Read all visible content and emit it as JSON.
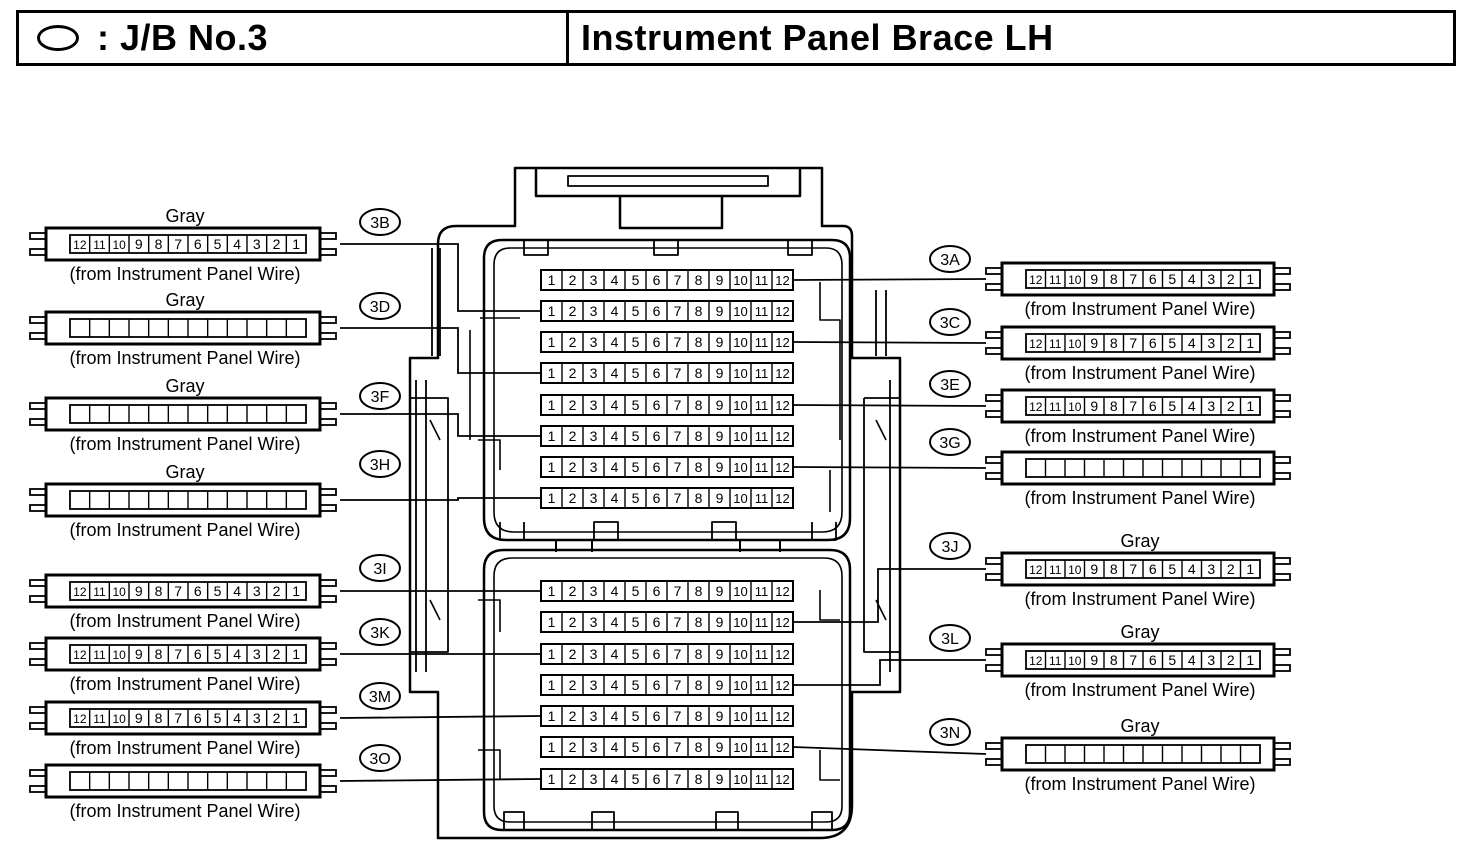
{
  "header": {
    "title_left": ": J/B No.3",
    "title_right": "Instrument Panel Brace LH"
  },
  "connectors": [
    {
      "id": "3B",
      "side": "left",
      "color_label": "Gray",
      "numbered": true,
      "caption": "(from Instrument Panel Wire)"
    },
    {
      "id": "3D",
      "side": "left",
      "color_label": "Gray",
      "numbered": false,
      "caption": "(from Instrument Panel Wire)"
    },
    {
      "id": "3F",
      "side": "left",
      "color_label": "Gray",
      "numbered": false,
      "caption": "(from Instrument Panel Wire)"
    },
    {
      "id": "3H",
      "side": "left",
      "color_label": "Gray",
      "numbered": false,
      "caption": "(from Instrument Panel Wire)"
    },
    {
      "id": "3I",
      "side": "left",
      "color_label": "",
      "numbered": true,
      "caption": "(from Instrument Panel Wire)"
    },
    {
      "id": "3K",
      "side": "left",
      "color_label": "",
      "numbered": true,
      "caption": "(from Instrument Panel Wire)"
    },
    {
      "id": "3M",
      "side": "left",
      "color_label": "",
      "numbered": true,
      "caption": "(from Instrument Panel Wire)"
    },
    {
      "id": "3O",
      "side": "left",
      "color_label": "",
      "numbered": false,
      "caption": "(from Instrument Panel Wire)"
    },
    {
      "id": "3A",
      "side": "right",
      "color_label": "",
      "numbered": true,
      "caption": "(from Instrument Panel Wire)"
    },
    {
      "id": "3C",
      "side": "right",
      "color_label": "",
      "numbered": true,
      "caption": "(from Instrument Panel Wire)"
    },
    {
      "id": "3E",
      "side": "right",
      "color_label": "",
      "numbered": true,
      "caption": "(from Instrument Panel Wire)"
    },
    {
      "id": "3G",
      "side": "right",
      "color_label": "",
      "numbered": false,
      "caption": "(from Instrument Panel Wire)"
    },
    {
      "id": "3J",
      "side": "right",
      "color_label": "Gray",
      "numbered": true,
      "caption": "(from Instrument Panel Wire)"
    },
    {
      "id": "3L",
      "side": "right",
      "color_label": "Gray",
      "numbered": true,
      "caption": "(from Instrument Panel Wire)"
    },
    {
      "id": "3N",
      "side": "right",
      "color_label": "Gray",
      "numbered": false,
      "caption": "(from Instrument Panel Wire)"
    }
  ],
  "pins": [
    "1",
    "2",
    "3",
    "4",
    "5",
    "6",
    "7",
    "8",
    "9",
    "10",
    "11",
    "12"
  ],
  "jb_rows": 15
}
